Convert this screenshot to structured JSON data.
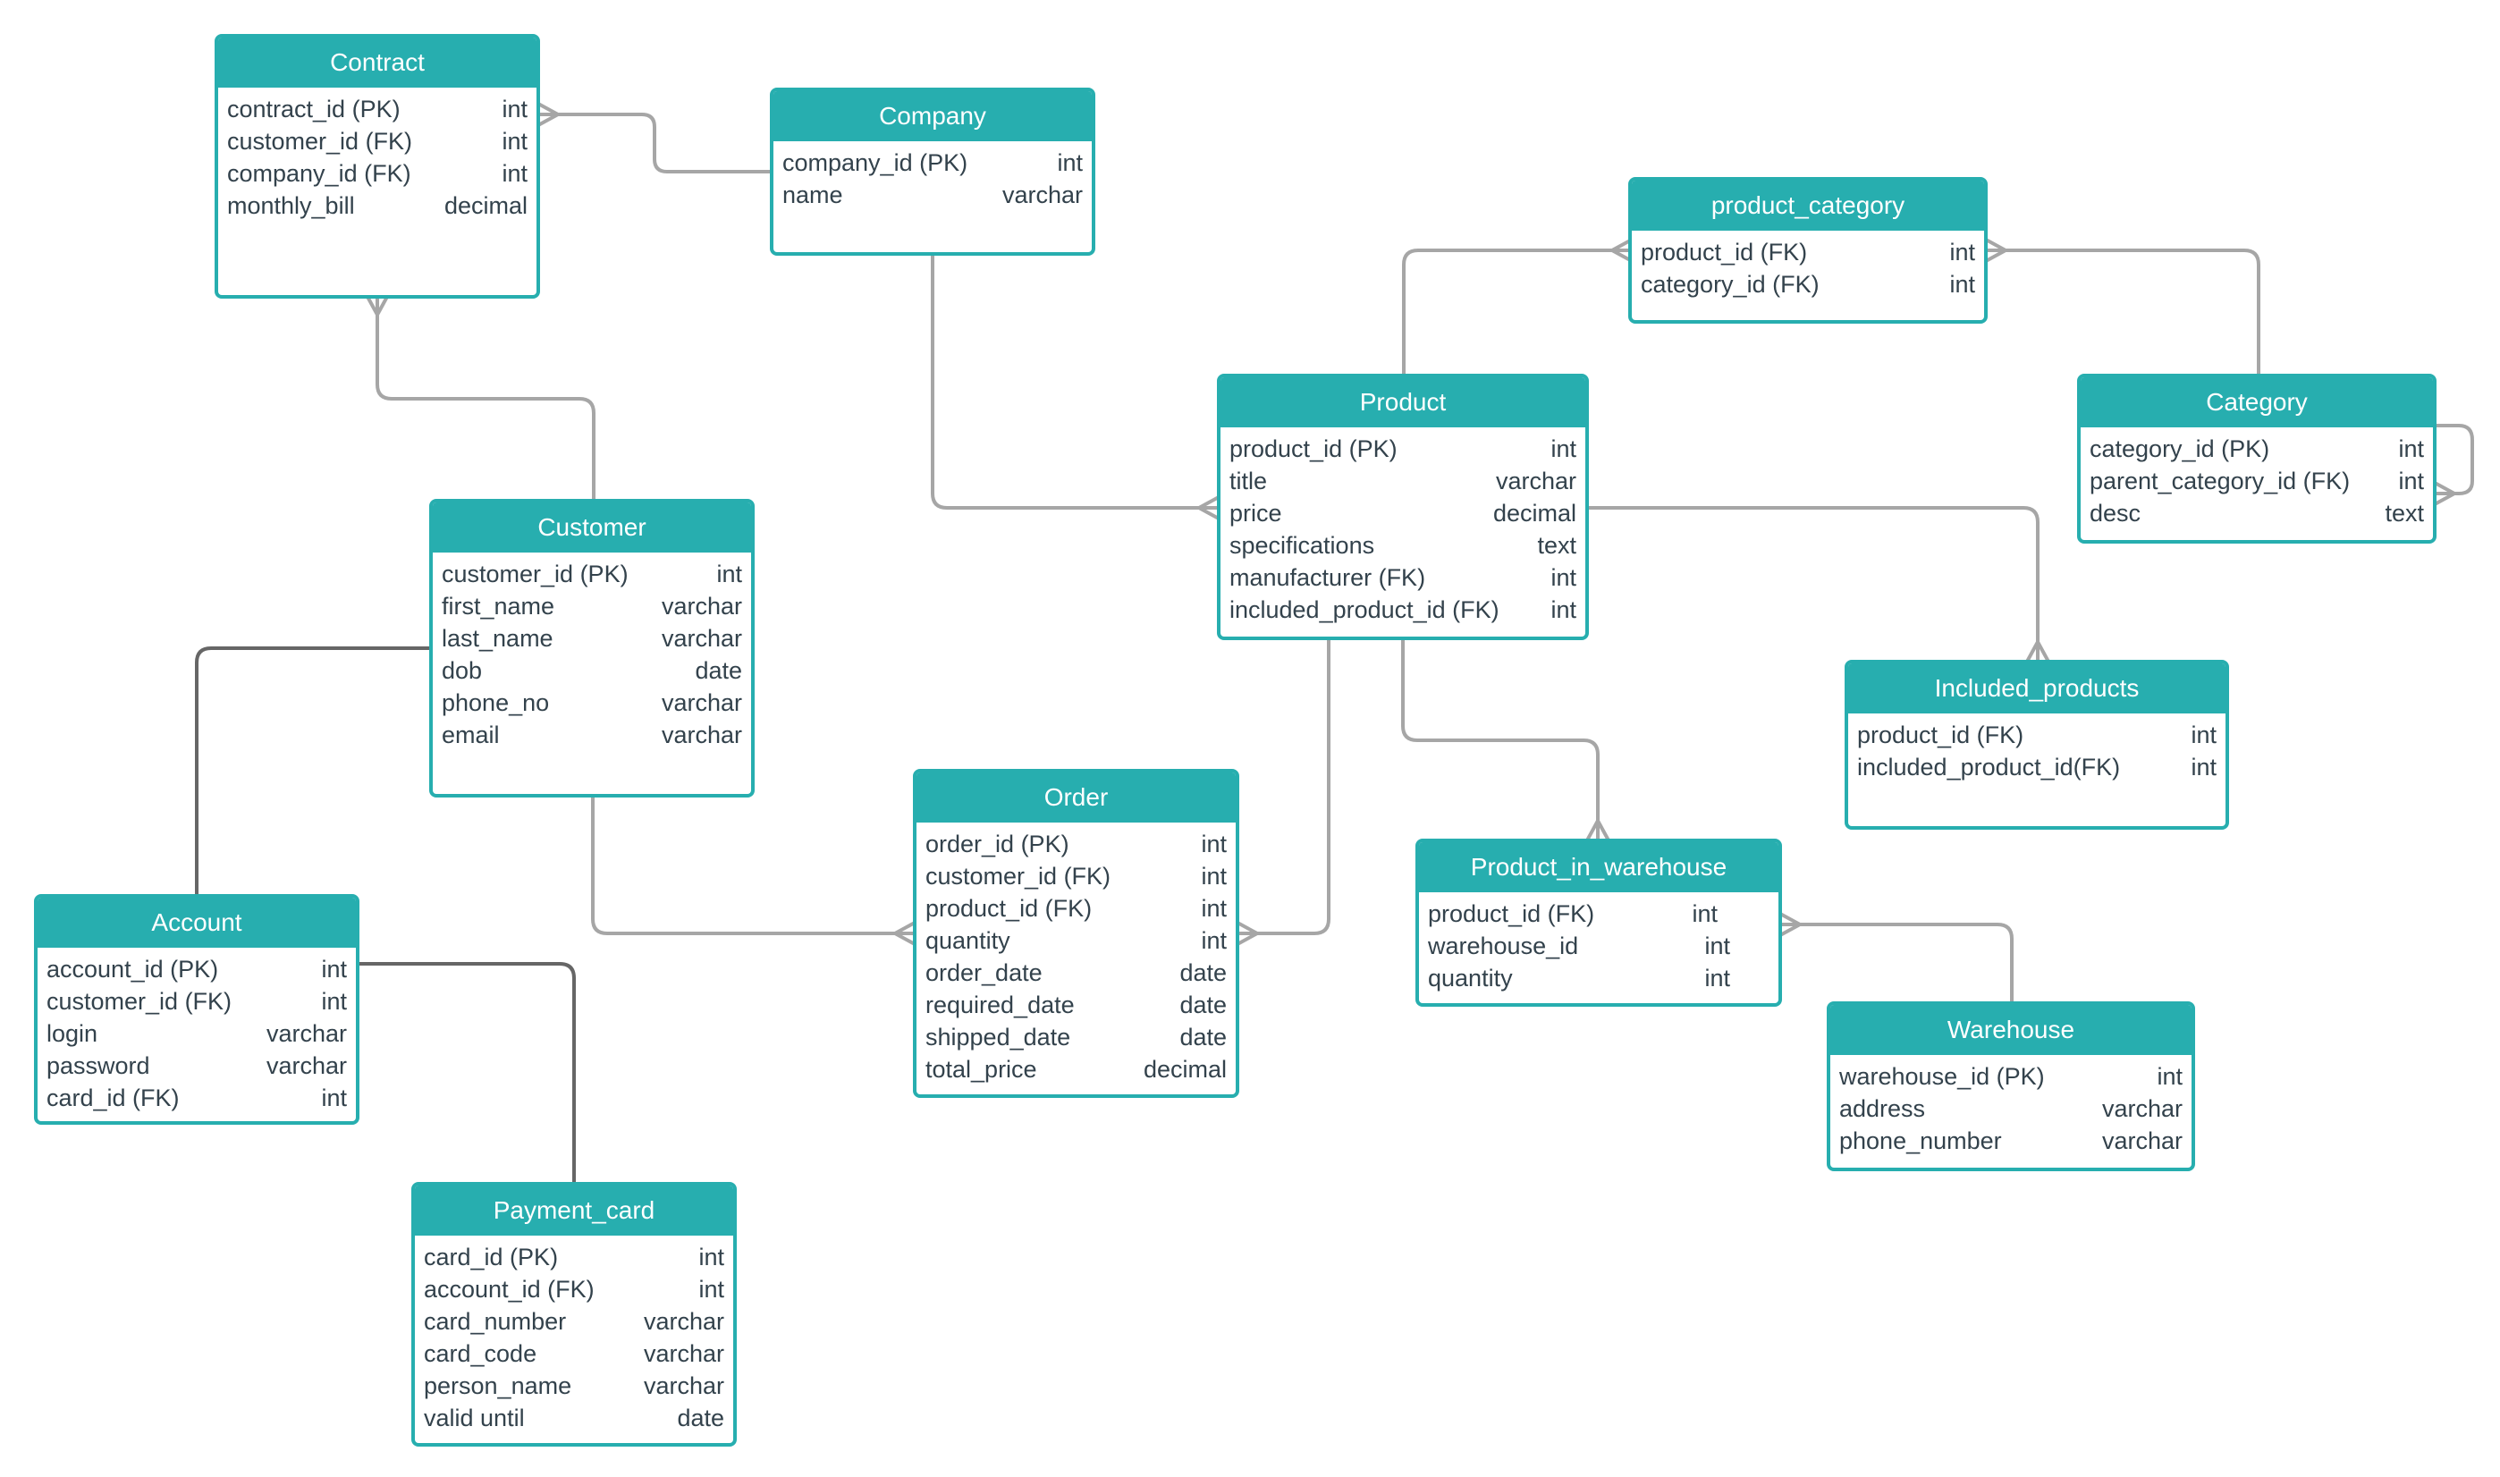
{
  "colors": {
    "accent": "#27aeaf",
    "connector": "#a6a6a6",
    "connector_dark": "#666666",
    "text": "#33424c"
  },
  "entities": {
    "contract": {
      "title": "Contract",
      "fields": [
        {
          "name": "contract_id (PK)",
          "type": "int"
        },
        {
          "name": "customer_id (FK)",
          "type": "int"
        },
        {
          "name": "company_id (FK)",
          "type": "int"
        },
        {
          "name": "monthly_bill",
          "type": "decimal"
        }
      ]
    },
    "company": {
      "title": "Company",
      "fields": [
        {
          "name": "company_id (PK)",
          "type": "int"
        },
        {
          "name": "name",
          "type": "varchar"
        }
      ]
    },
    "product_category": {
      "title": "product_category",
      "fields": [
        {
          "name": "product_id (FK)",
          "type": "int"
        },
        {
          "name": "category_id (FK)",
          "type": "int"
        }
      ]
    },
    "product": {
      "title": "Product",
      "fields": [
        {
          "name": "product_id (PK)",
          "type": "int"
        },
        {
          "name": "title",
          "type": "varchar"
        },
        {
          "name": "price",
          "type": "decimal"
        },
        {
          "name": "specifications",
          "type": "text"
        },
        {
          "name": "manufacturer (FK)",
          "type": "int"
        },
        {
          "name": "included_product_id (FK)",
          "type": "int"
        }
      ]
    },
    "category": {
      "title": "Category",
      "fields": [
        {
          "name": "category_id (PK)",
          "type": "int"
        },
        {
          "name": "parent_category_id (FK)",
          "type": "int"
        },
        {
          "name": "desc",
          "type": "text"
        }
      ]
    },
    "customer": {
      "title": "Customer",
      "fields": [
        {
          "name": "customer_id (PK)",
          "type": "int"
        },
        {
          "name": "first_name",
          "type": "varchar"
        },
        {
          "name": "last_name",
          "type": "varchar"
        },
        {
          "name": "dob",
          "type": "date"
        },
        {
          "name": "phone_no",
          "type": "varchar"
        },
        {
          "name": "email",
          "type": "varchar"
        }
      ]
    },
    "included_products": {
      "title": "Included_products",
      "fields": [
        {
          "name": "product_id (FK)",
          "type": "int"
        },
        {
          "name": "included_product_id(FK)",
          "type": "int"
        }
      ]
    },
    "order": {
      "title": "Order",
      "fields": [
        {
          "name": "order_id (PK)",
          "type": "int"
        },
        {
          "name": "customer_id (FK)",
          "type": "int"
        },
        {
          "name": "product_id (FK)",
          "type": "int"
        },
        {
          "name": "quantity",
          "type": "int"
        },
        {
          "name": "order_date",
          "type": "date"
        },
        {
          "name": "required_date",
          "type": "date"
        },
        {
          "name": "shipped_date",
          "type": "date"
        },
        {
          "name": "total_price",
          "type": "decimal"
        }
      ]
    },
    "product_in_warehouse": {
      "title": "Product_in_warehouse",
      "fields": [
        {
          "name": "product_id (FK)",
          "type": "int"
        },
        {
          "name": "warehouse_id",
          "type": "int"
        },
        {
          "name": "quantity",
          "type": "int"
        }
      ]
    },
    "account": {
      "title": "Account",
      "fields": [
        {
          "name": "account_id (PK)",
          "type": "int"
        },
        {
          "name": "customer_id (FK)",
          "type": "int"
        },
        {
          "name": "login",
          "type": "varchar"
        },
        {
          "name": "password",
          "type": "varchar"
        },
        {
          "name": "card_id (FK)",
          "type": "int"
        }
      ]
    },
    "warehouse": {
      "title": "Warehouse",
      "fields": [
        {
          "name": "warehouse_id (PK)",
          "type": "int"
        },
        {
          "name": "address",
          "type": "varchar"
        },
        {
          "name": "phone_number",
          "type": "varchar"
        }
      ]
    },
    "payment_card": {
      "title": "Payment_card",
      "fields": [
        {
          "name": "card_id (PK)",
          "type": "int"
        },
        {
          "name": "account_id (FK)",
          "type": "int"
        },
        {
          "name": "card_number",
          "type": "varchar"
        },
        {
          "name": "card_code",
          "type": "varchar"
        },
        {
          "name": "person_name",
          "type": "varchar"
        },
        {
          "name": "valid until",
          "type": "date"
        }
      ]
    }
  }
}
